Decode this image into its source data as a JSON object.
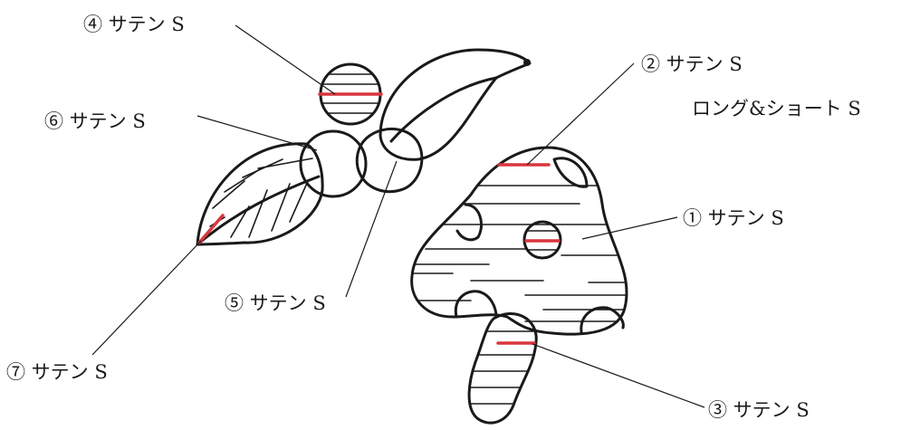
{
  "colors": {
    "ink": "#1a1a1a",
    "highlight": "#d9363e",
    "background": "#ffffff"
  },
  "labels": {
    "l1": "① サテン S",
    "l2": "② サテン S",
    "l2b": "ロング&ショート S",
    "l3": "③ サテン S",
    "l4": "④ サテン S",
    "l5": "⑤ サテン S",
    "l6": "⑥ サテン S",
    "l7": "⑦ サテン S"
  }
}
